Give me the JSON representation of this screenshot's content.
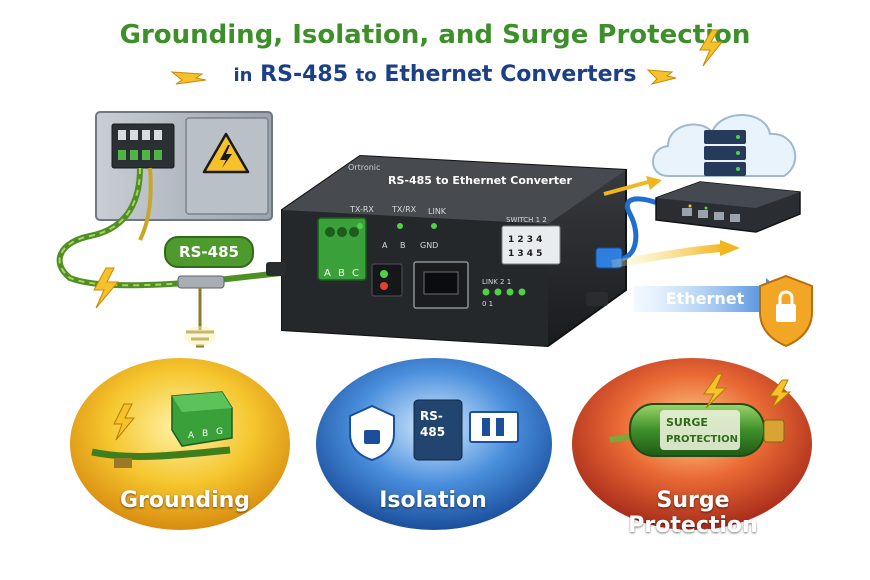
{
  "title": {
    "line1_part1": "Grounding, Isolation, and",
    "line1_part2": "Surge Protection",
    "line2_part1": "in",
    "line2_part2": "RS-485",
    "line2_part3": "to",
    "line2_part4": "Ethernet Converters"
  },
  "device": {
    "name": "RS-485 to Ethernet Converter",
    "brand_mark": "Ortronic",
    "port_txrx": "TX-RX",
    "port_txrx2": "TX/RX",
    "port_link": "LINK",
    "terminal_letters": [
      "A",
      "B",
      "C"
    ],
    "label_a": "A",
    "label_b": "B",
    "label_gnd": "GND",
    "switch_label": "SWITCH 1 2",
    "switch_row1": "1 2 3 4",
    "switch_row2": "1 3 4 5",
    "led_label": "LINK 2 1",
    "led_label2": "0 1"
  },
  "labels": {
    "rs485": "RS-485",
    "ethernet": "Ethernet"
  },
  "circles": {
    "grounding": "Grounding",
    "isolation": "Isolation",
    "surge": "Surge Protection"
  },
  "isolation_chip": {
    "line1": "RS-",
    "line2": "485"
  },
  "surge_device": {
    "line1": "SURGE",
    "line2": "PROTECTION"
  },
  "terminal_small_letters": [
    "A",
    "B",
    "G"
  ],
  "colors": {
    "title_green": "#3d8f2a",
    "title_navy": "#1d3f86",
    "bolt_yellow": "#f6c12b",
    "grounding_circle": "#f2b51f",
    "isolation_circle": "#2f6fc4",
    "surge_circle": "#d8432a",
    "cable_green": "#6aa72c",
    "ethernet_blue": "#1f6fd1"
  },
  "icons": [
    "lightning-bolt-icon",
    "warning-high-voltage-icon",
    "ground-symbol-icon",
    "padlock-shield-icon",
    "cloud-server-icon",
    "network-switch-icon"
  ]
}
